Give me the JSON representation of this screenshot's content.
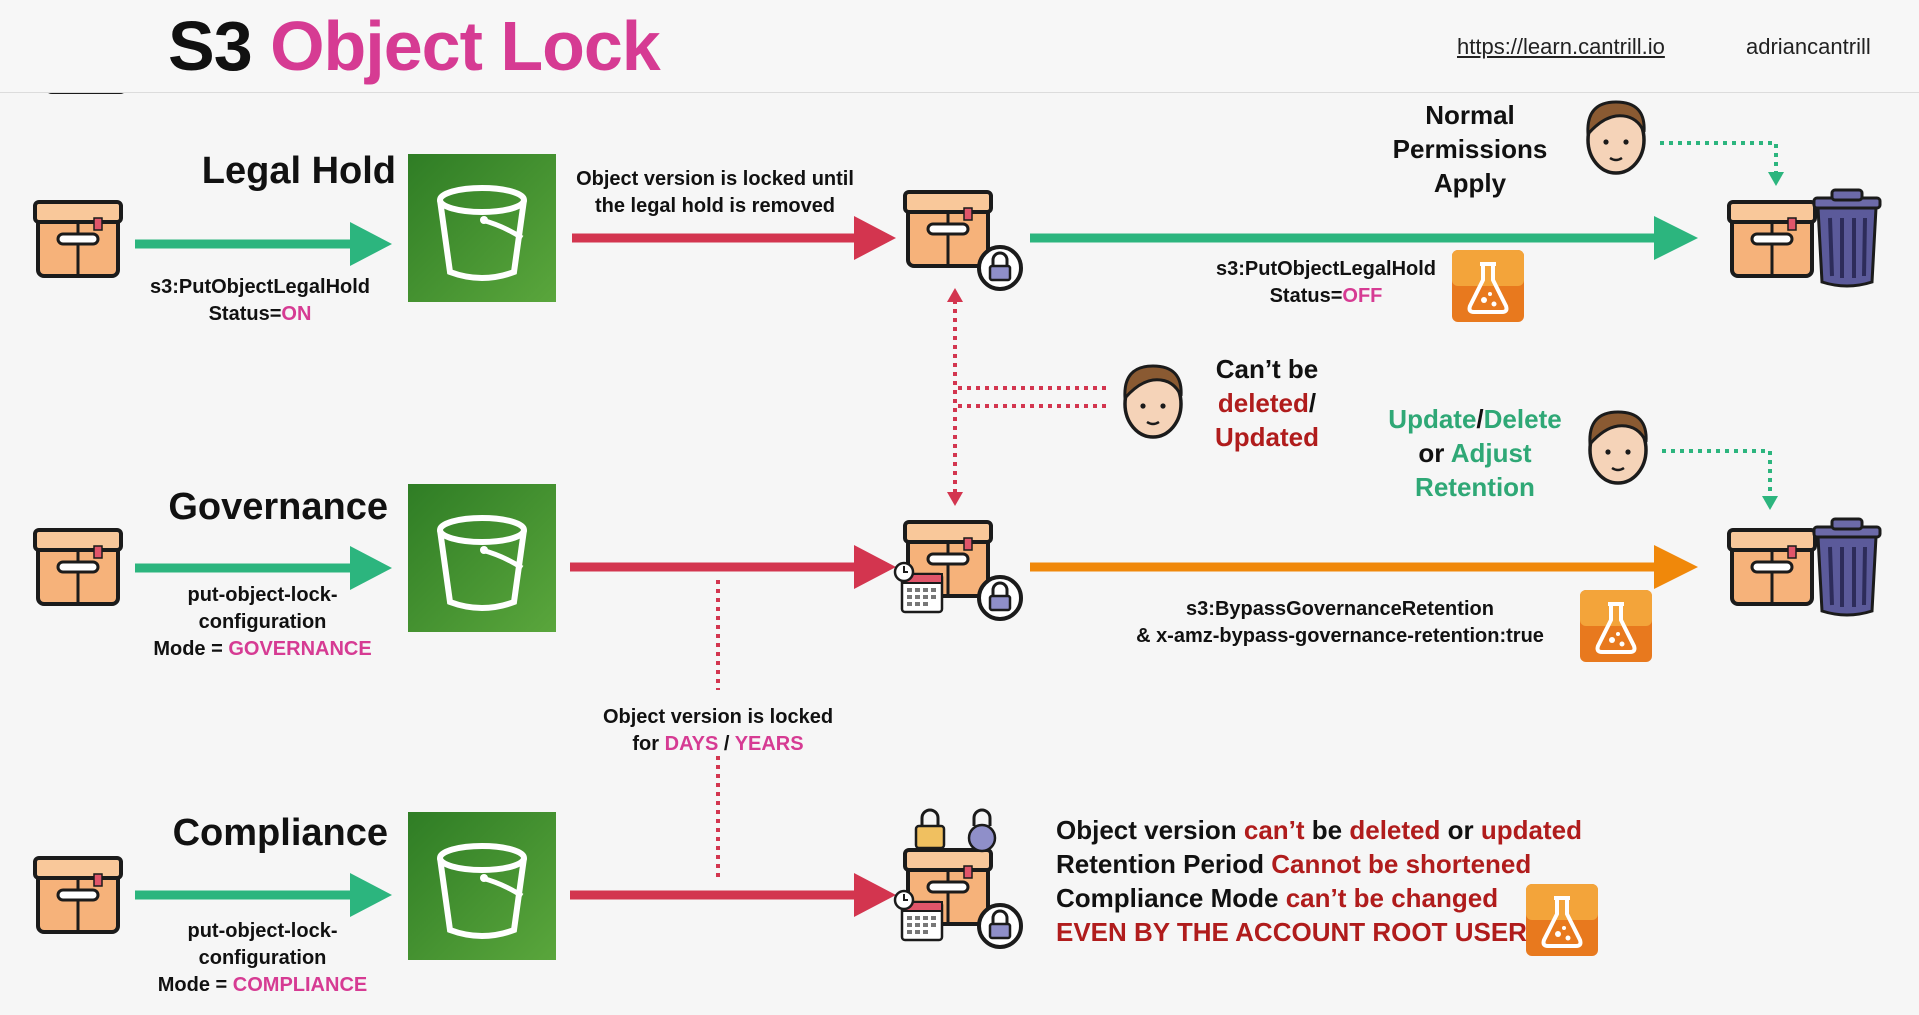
{
  "header": {
    "title_prefix": "S3",
    "title_main": "Object Lock",
    "website": "https://learn.cantrill.io",
    "twitter": "adriancantrill",
    "icons": [
      "compass-icon",
      "twitter-bird-icon",
      "locked-box-icon"
    ]
  },
  "colors": {
    "green_arrow": "#2cb57e",
    "red_arrow": "#d3354f",
    "orange_arrow": "#f0880a",
    "bucket_green": "#3f8f2f",
    "pink_text": "#d63b93",
    "red_text": "#b01c1c"
  },
  "legal_hold": {
    "label": "Legal Hold",
    "api": "s3:PutObjectLegalHold",
    "status_prefix": "Status=",
    "status_value": "ON",
    "locked_note": "Object version is locked until the legal hold is removed",
    "off_api": "s3:PutObjectLegalHold",
    "off_status_prefix": "Status=",
    "off_status_value": "OFF",
    "normal_permissions": "Normal Permissions Apply"
  },
  "cant_delete": {
    "line1": "Can’t be",
    "deleted": "deleted",
    "slash": "/",
    "updated": "Updated"
  },
  "governance": {
    "label": "Governance",
    "api": "put-object-lock-configuration",
    "mode_prefix": "Mode = ",
    "mode_value": "GOVERNANCE",
    "update": "Update",
    "slash": "/",
    "delete": "Delete",
    "or": "or",
    "adjust": "Adjust",
    "retention": "Retention",
    "bypass_permission": "s3:BypassGovernanceRetention",
    "bypass_header": "& x-amz-bypass-governance-retention:true"
  },
  "retention_note": {
    "line1": "Object version is locked",
    "for": "for",
    "days": "DAYS",
    "sep": "/",
    "years": "YEARS"
  },
  "compliance": {
    "label": "Compliance",
    "api": "put-object-lock-configuration",
    "mode_prefix": "Mode = ",
    "mode_value": "COMPLIANCE",
    "line1_a": "Object version",
    "line1_b": "can’t",
    "line1_c": "be",
    "line1_d": "deleted",
    "line1_e": "or",
    "line1_f": "updated",
    "line2_a": "Retention Period",
    "line2_b": "Cannot be shortened",
    "line3_a": "Compliance Mode",
    "line3_b": "can’t be changed",
    "line4": "EVEN BY THE ACCOUNT ROOT USER"
  }
}
